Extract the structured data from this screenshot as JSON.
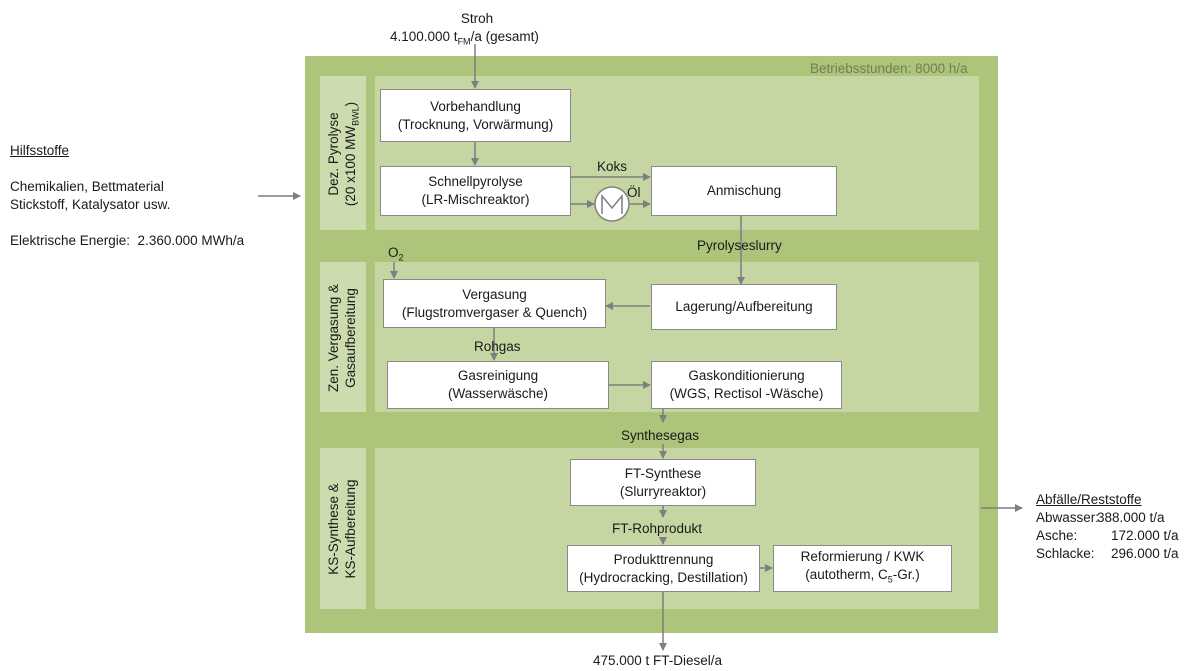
{
  "input": {
    "name": "Stroh",
    "amount_prefix": "4.100.000 t",
    "amount_sub": "FM",
    "amount_suffix": "/a (gesamt)"
  },
  "operating_hours": "Betriebsstunden: 8000 h/a",
  "auxiliaries": {
    "title": "Hilfsstoffe",
    "line1": "Chemikalien, Bettmaterial",
    "line2": "Stickstoff, Katalysator usw.",
    "energy": "Elektrische Energie:  2.360.000 MWh/a"
  },
  "sections": {
    "pyrolysis": {
      "line1": "Dez. Pyrolyse",
      "line2_prefix": "(20 x100 MW",
      "line2_sub": "BWL",
      "line2_suffix": ")"
    },
    "gasification": {
      "line1": "Zen. Vergasung &",
      "line2": "Gasaufbereitung"
    },
    "synthesis": {
      "line1": "KS-Synthese &",
      "line2": "KS-Aufbereitung"
    }
  },
  "boxes": {
    "pretreatment": {
      "line1": "Vorbehandlung",
      "line2": "(Trocknung, Vorwärmung)"
    },
    "fast_pyrolysis": {
      "line1": "Schnellpyrolyse",
      "line2": "(LR-Mischreaktor)"
    },
    "mixing": {
      "line1": "Anmischung"
    },
    "gasifier": {
      "line1": "Vergasung",
      "line2": "(Flugstromvergaser & Quench)"
    },
    "storage": {
      "line1": "Lagerung/Aufbereitung"
    },
    "gas_cleaning": {
      "line1": "Gasreinigung",
      "line2": "(Wasserwäsche)"
    },
    "gas_conditioning": {
      "line1": "Gaskonditionierung",
      "line2": "(WGS, Rectisol -Wäsche)"
    },
    "ft_synthesis": {
      "line1": "FT-Synthese",
      "line2": "(Slurryreaktor)"
    },
    "product_separation": {
      "line1": "Produkttrennung",
      "line2": "(Hydrocracking, Destillation)"
    },
    "reforming": {
      "line1": "Reformierung / KWK",
      "line2_prefix": "(autotherm, C",
      "line2_sub": "5",
      "line2_suffix": "-Gr.)"
    }
  },
  "flow_labels": {
    "coke": "Koks",
    "oil": "Öl",
    "slurry": "Pyrolyseslurry",
    "oxygen": "O",
    "oxygen_sub": "2",
    "raw_gas": "Rohgas",
    "syngas": "Synthesegas",
    "ft_raw": "FT-Rohprodukt"
  },
  "waste": {
    "title": "Abfälle/Reststoffe",
    "rows": [
      {
        "label": "Abwasser:",
        "value": "388.000 t/a"
      },
      {
        "label": "Asche:",
        "value": "172.000 t/a"
      },
      {
        "label": "Schlacke:",
        "value": "296.000 t/a"
      }
    ]
  },
  "output": "475.000 t FT-Diesel/a",
  "colors": {
    "outer": "#adc57b",
    "inner": "#c6d6a3",
    "label_col": "#cddcae",
    "arrow": "#7f7f7f"
  }
}
